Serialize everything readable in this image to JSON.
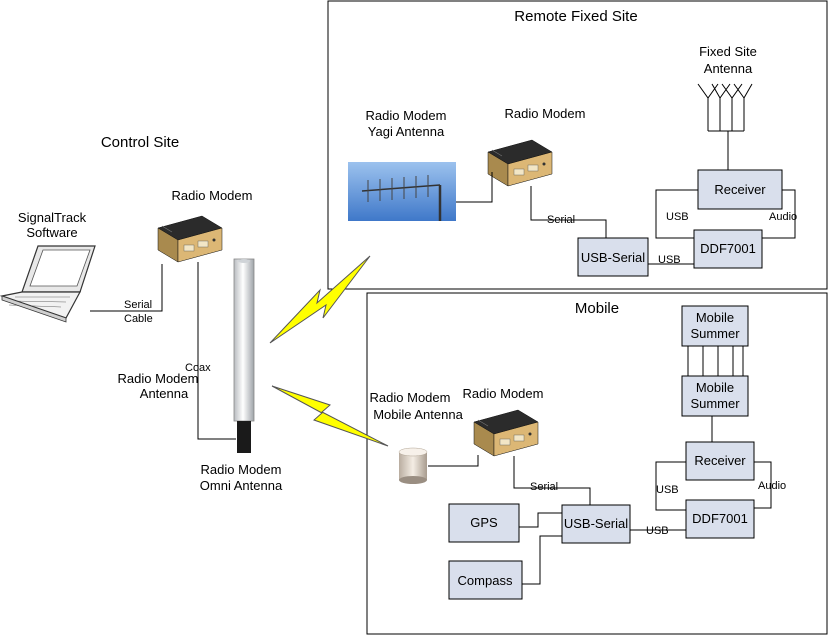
{
  "regions": {
    "remote_title": "Remote Fixed Site",
    "mobile_title": "Mobile",
    "control_title": "Control Site"
  },
  "control": {
    "software_line1": "SignalTrack",
    "software_line2": "Software",
    "modem_label": "Radio Modem",
    "serial_line1": "Serial",
    "serial_line2": "Cable",
    "coax": "Coax",
    "antenna_line1": "Radio Modem",
    "antenna_line2": "Antenna",
    "omni_line1": "Radio Modem",
    "omni_line2": "Omni Antenna"
  },
  "remote": {
    "yagi_line1": "Radio Modem",
    "yagi_line2": "Yagi Antenna",
    "modem_label": "Radio Modem",
    "fixed_line1": "Fixed Site",
    "fixed_line2": "Antenna",
    "receiver": "Receiver",
    "usb_serial": "USB-Serial",
    "ddf": "DDF7001",
    "serial": "Serial",
    "usb_left": "USB",
    "usb_bottom": "USB",
    "audio": "Audio"
  },
  "mobile": {
    "antenna_line1": "Radio Modem",
    "antenna_line2": "Mobile Antenna",
    "modem_label": "Radio Modem",
    "summer1_line1": "Mobile",
    "summer1_line2": "Summer",
    "summer2_line1": "Mobile",
    "summer2_line2": "Summer",
    "receiver": "Receiver",
    "ddf": "DDF7001",
    "usb_serial": "USB-Serial",
    "gps": "GPS",
    "compass": "Compass",
    "serial": "Serial",
    "usb_left": "USB",
    "usb_bottom": "USB",
    "audio": "Audio"
  },
  "colors": {
    "block_fill": "#d9dfec",
    "lightning": "#ffff00",
    "modem_body": "#d9b46a",
    "sky": "#5a8fd4"
  }
}
